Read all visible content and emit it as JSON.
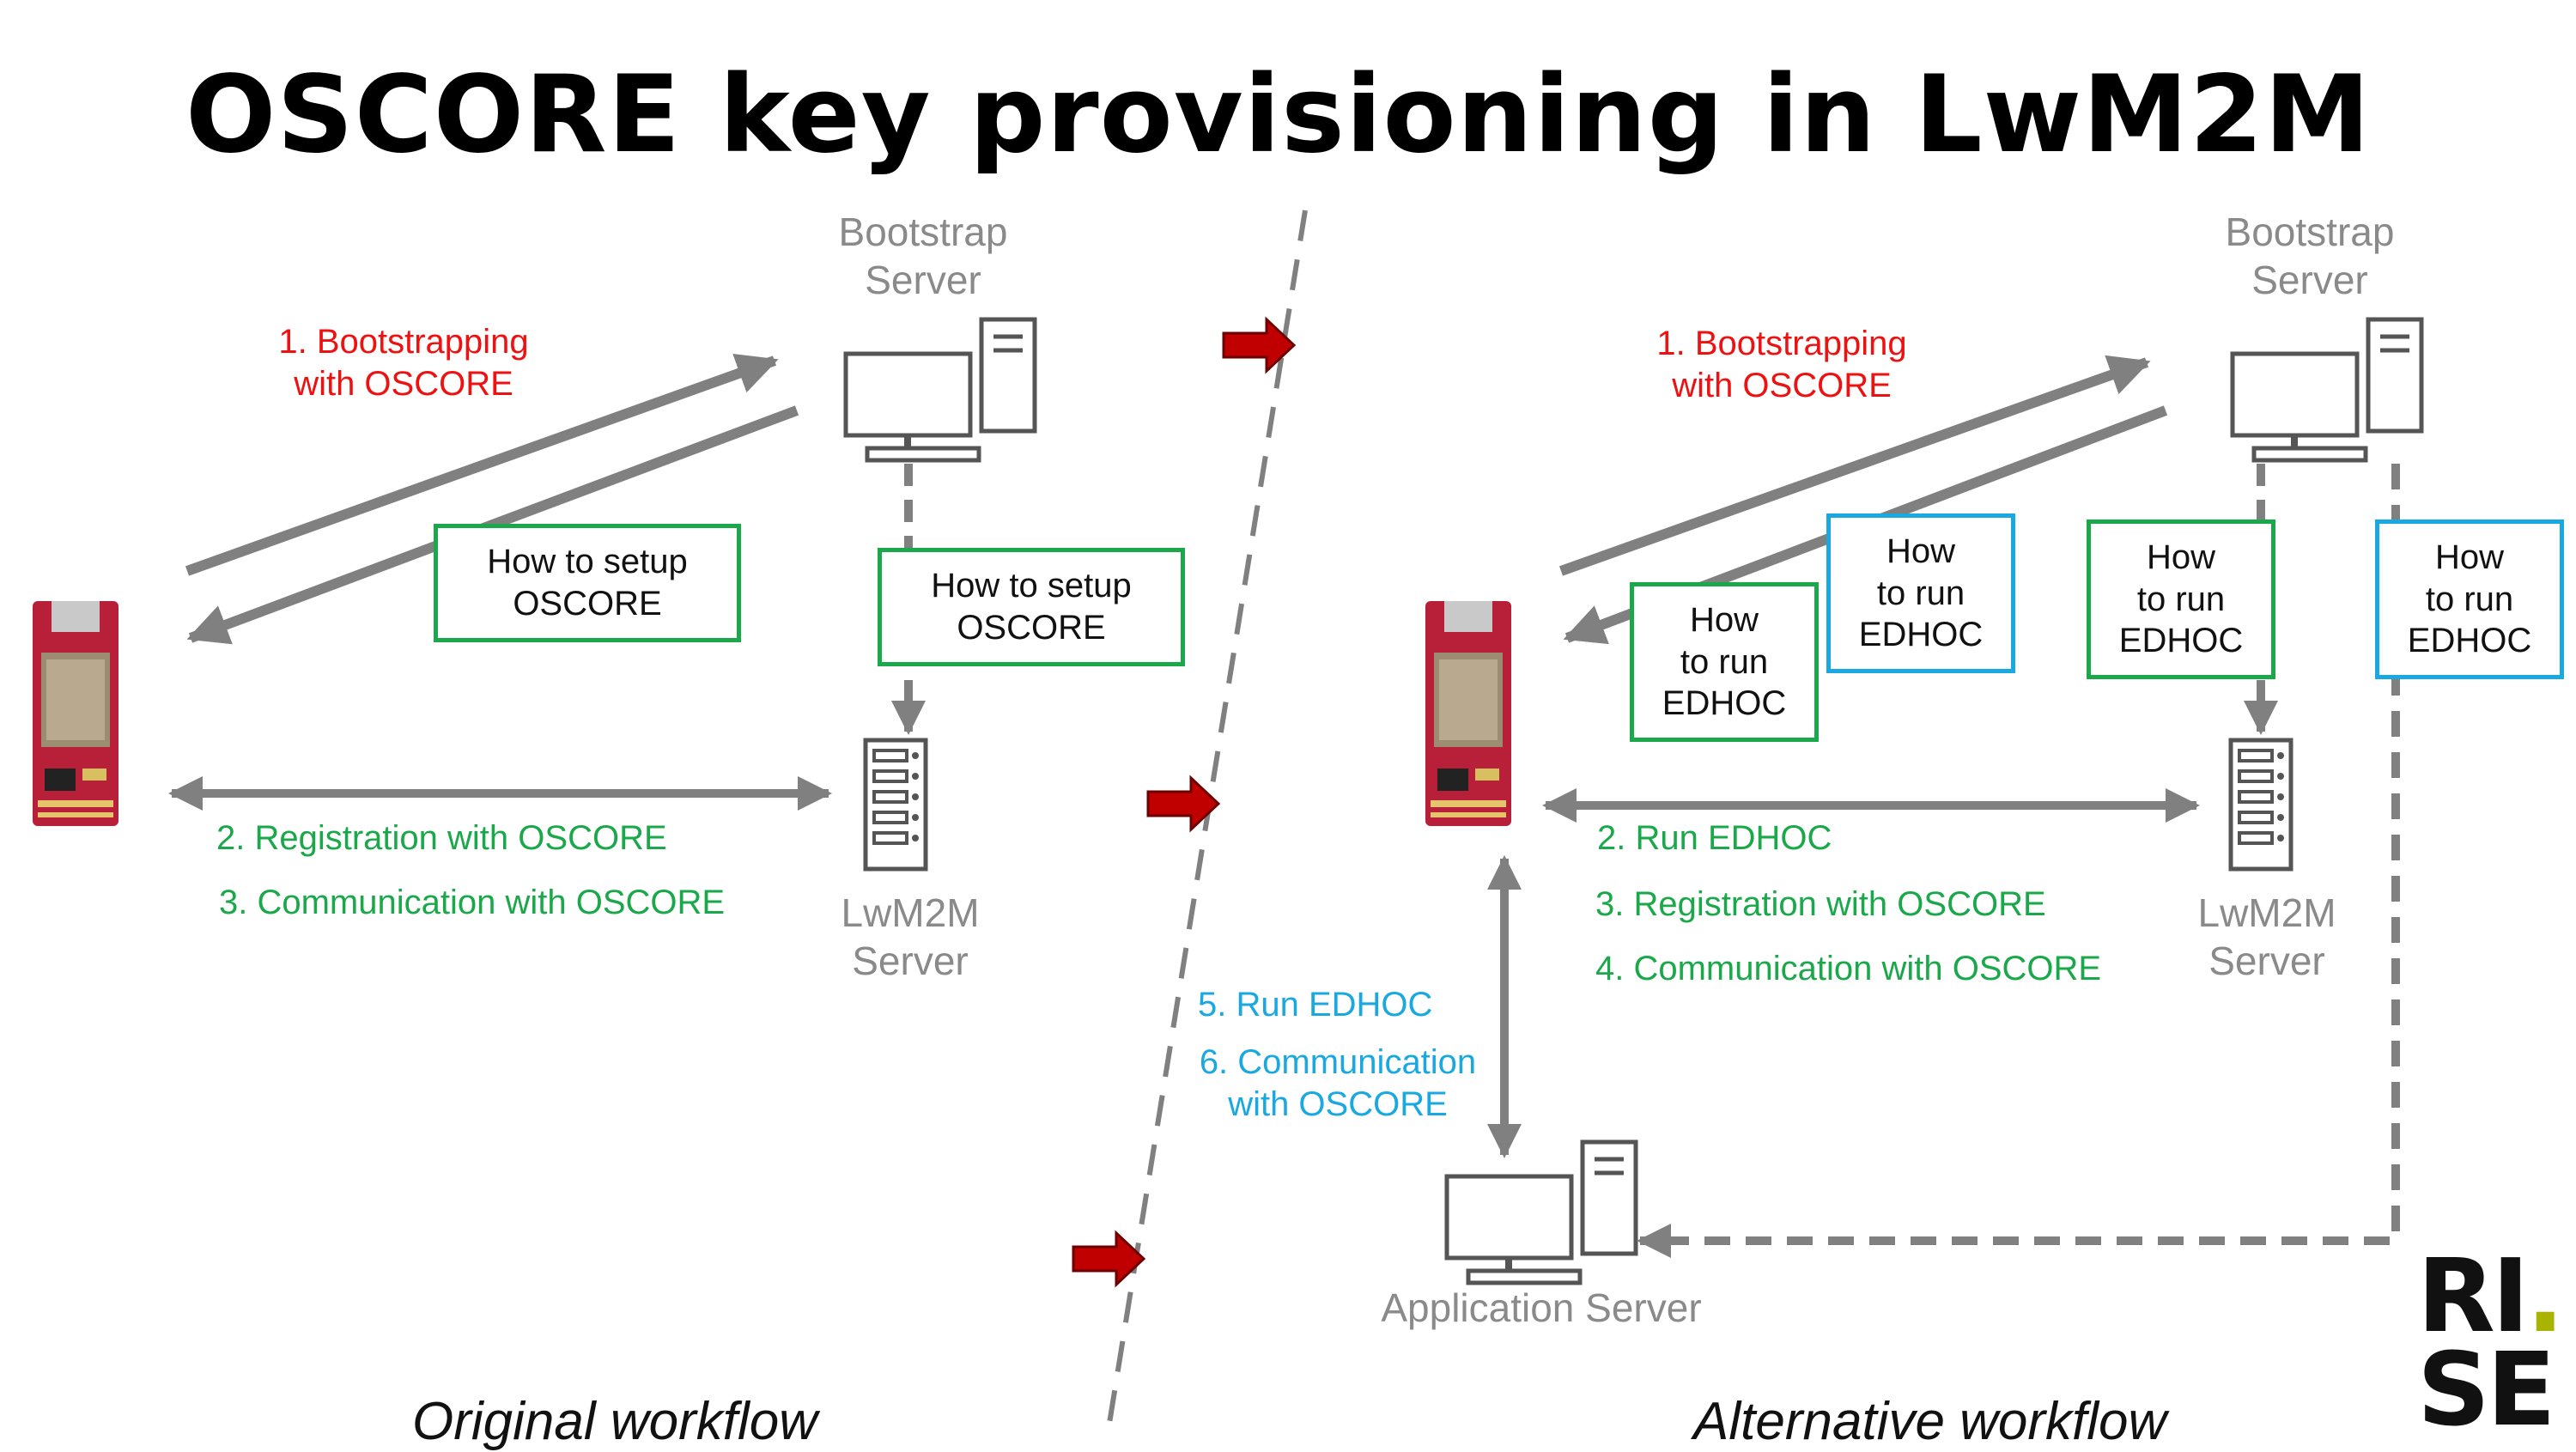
{
  "title": "OSCORE key provisioning in LwM2M",
  "colors": {
    "red": "#ee1111",
    "green": "#1aa84a",
    "blue": "#1aa8e0",
    "gray": "#8a8a8a",
    "arrow_red": "#c00000"
  },
  "left": {
    "bootstrap_label": [
      "Bootstrap",
      "Server"
    ],
    "lwm2m_label": [
      "LwM2M",
      "Server"
    ],
    "step1": [
      "1. Bootstrapping",
      "with OSCORE"
    ],
    "step2": "2. Registration with OSCORE",
    "step3": "3. Communication with OSCORE",
    "box_a": [
      "How to setup",
      "OSCORE"
    ],
    "box_b": [
      "How to setup",
      "OSCORE"
    ],
    "caption": "Original workflow"
  },
  "right": {
    "bootstrap_label": [
      "Bootstrap",
      "Server"
    ],
    "lwm2m_label": [
      "LwM2M",
      "Server"
    ],
    "app_label": "Application Server",
    "step1": [
      "1. Bootstrapping",
      "with OSCORE"
    ],
    "step2": "2. Run EDHOC",
    "step3": "3. Registration with OSCORE",
    "step4": "4. Communication with OSCORE",
    "step5": "5. Run EDHOC",
    "step6": [
      "6. Communication",
      "with OSCORE"
    ],
    "box_green_1": [
      "How",
      "to run",
      "EDHOC"
    ],
    "box_blue_1": [
      "How",
      "to run",
      "EDHOC"
    ],
    "box_green_2": [
      "How",
      "to run",
      "EDHOC"
    ],
    "box_blue_2": [
      "How",
      "to run",
      "EDHOC"
    ],
    "caption": "Alternative workflow"
  },
  "logo": {
    "line1": "RI",
    "dot": ".",
    "line2": "SE",
    "dot_color": "#a8b400"
  },
  "icons": [
    "computer-icon",
    "server-rack-icon",
    "iot-board-icon",
    "transition-arrow-icon"
  ]
}
